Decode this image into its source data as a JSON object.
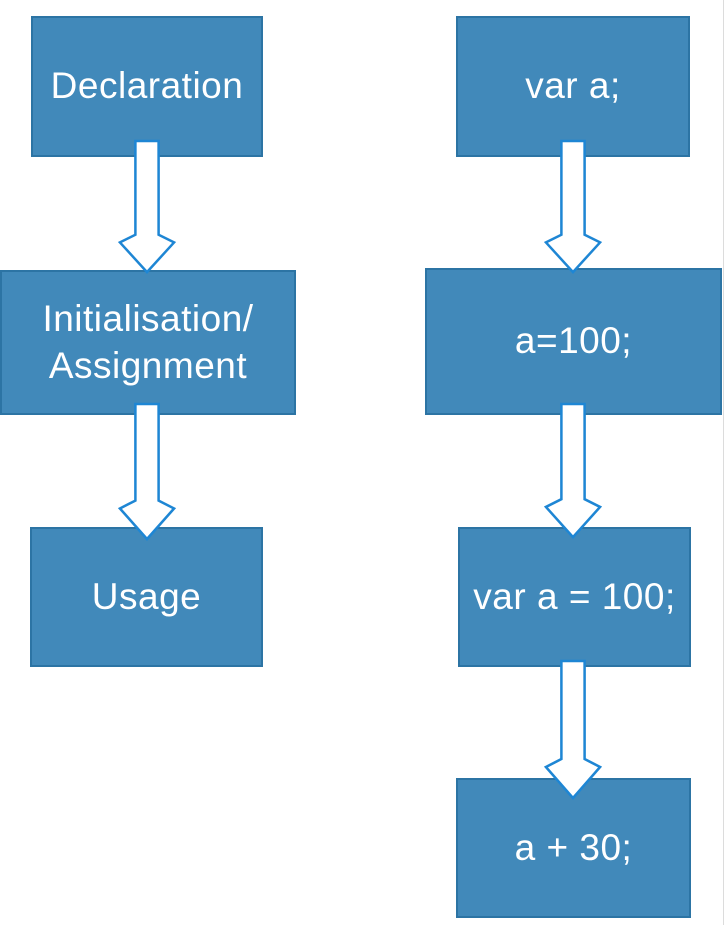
{
  "theme": {
    "page_bg": "#ffffff",
    "box_fill": "#4189BA",
    "box_border": "#2C74A4",
    "arrow_fill": "#ffffff",
    "arrow_stroke": "#1E86D4",
    "label_color": "#ffffff",
    "edge_line_color": "#dcdcdc"
  },
  "icons": {
    "flow_arrow": "down-block-arrow"
  },
  "diagram": {
    "left_column": {
      "name": "variable-lifecycle-stages",
      "nodes": [
        {
          "label": "Declaration"
        },
        {
          "label": "Initialisation/\nAssignment"
        },
        {
          "label": "Usage"
        }
      ]
    },
    "right_column": {
      "name": "code-examples",
      "nodes": [
        {
          "label": "var a;"
        },
        {
          "label": "a=100;"
        },
        {
          "label": "var a = 100;"
        },
        {
          "label": "a + 30;"
        }
      ]
    }
  }
}
